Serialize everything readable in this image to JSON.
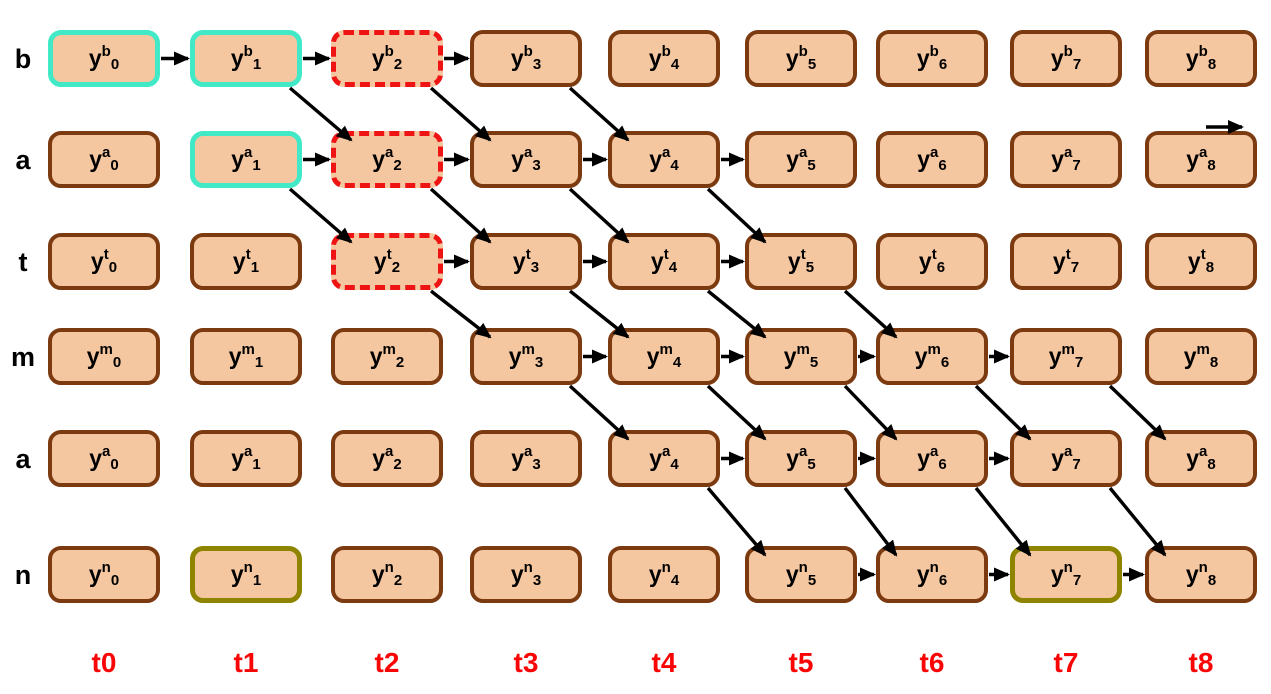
{
  "grid": {
    "base_symbol": "y",
    "row_labels": [
      "b",
      "a",
      "t",
      "m",
      "a",
      "n"
    ],
    "col_labels": [
      "t0",
      "t1",
      "t2",
      "t3",
      "t4",
      "t5",
      "t6",
      "t7",
      "t8"
    ],
    "colors": {
      "cell_fill": "#f5c7a0",
      "cell_border": "#7c3a10",
      "highlight_teal": "#42e9c7",
      "highlight_red_dashed": "#ee1414",
      "highlight_olive": "#8f8400",
      "time_label": "#fa0505",
      "arrow": "#000000"
    },
    "cells": [
      [
        {
          "sup": "b",
          "sub": "0",
          "variant": "teal"
        },
        {
          "sup": "b",
          "sub": "1",
          "variant": "teal"
        },
        {
          "sup": "b",
          "sub": "2",
          "variant": "red-dashed"
        },
        {
          "sup": "b",
          "sub": "3",
          "variant": "normal"
        },
        {
          "sup": "b",
          "sub": "4",
          "variant": "normal"
        },
        {
          "sup": "b",
          "sub": "5",
          "variant": "normal"
        },
        {
          "sup": "b",
          "sub": "6",
          "variant": "normal"
        },
        {
          "sup": "b",
          "sub": "7",
          "variant": "normal"
        },
        {
          "sup": "b",
          "sub": "8",
          "variant": "normal"
        }
      ],
      [
        {
          "sup": "a",
          "sub": "0",
          "variant": "normal"
        },
        {
          "sup": "a",
          "sub": "1",
          "variant": "teal"
        },
        {
          "sup": "a",
          "sub": "2",
          "variant": "red-dashed"
        },
        {
          "sup": "a",
          "sub": "3",
          "variant": "normal"
        },
        {
          "sup": "a",
          "sub": "4",
          "variant": "normal"
        },
        {
          "sup": "a",
          "sub": "5",
          "variant": "normal"
        },
        {
          "sup": "a",
          "sub": "6",
          "variant": "normal"
        },
        {
          "sup": "a",
          "sub": "7",
          "variant": "normal"
        },
        {
          "sup": "a",
          "sub": "8",
          "variant": "normal"
        }
      ],
      [
        {
          "sup": "t",
          "sub": "0",
          "variant": "normal"
        },
        {
          "sup": "t",
          "sub": "1",
          "variant": "normal"
        },
        {
          "sup": "t",
          "sub": "2",
          "variant": "red-dashed"
        },
        {
          "sup": "t",
          "sub": "3",
          "variant": "normal"
        },
        {
          "sup": "t",
          "sub": "4",
          "variant": "normal"
        },
        {
          "sup": "t",
          "sub": "5",
          "variant": "normal"
        },
        {
          "sup": "t",
          "sub": "6",
          "variant": "normal"
        },
        {
          "sup": "t",
          "sub": "7",
          "variant": "normal"
        },
        {
          "sup": "t",
          "sub": "8",
          "variant": "normal"
        }
      ],
      [
        {
          "sup": "m",
          "sub": "0",
          "variant": "normal"
        },
        {
          "sup": "m",
          "sub": "1",
          "variant": "normal"
        },
        {
          "sup": "m",
          "sub": "2",
          "variant": "normal"
        },
        {
          "sup": "m",
          "sub": "3",
          "variant": "normal"
        },
        {
          "sup": "m",
          "sub": "4",
          "variant": "normal"
        },
        {
          "sup": "m",
          "sub": "5",
          "variant": "normal"
        },
        {
          "sup": "m",
          "sub": "6",
          "variant": "normal"
        },
        {
          "sup": "m",
          "sub": "7",
          "variant": "normal"
        },
        {
          "sup": "m",
          "sub": "8",
          "variant": "normal"
        }
      ],
      [
        {
          "sup": "a",
          "sub": "0",
          "variant": "normal"
        },
        {
          "sup": "a",
          "sub": "1",
          "variant": "normal"
        },
        {
          "sup": "a",
          "sub": "2",
          "variant": "normal"
        },
        {
          "sup": "a",
          "sub": "3",
          "variant": "normal"
        },
        {
          "sup": "a",
          "sub": "4",
          "variant": "normal"
        },
        {
          "sup": "a",
          "sub": "5",
          "variant": "normal"
        },
        {
          "sup": "a",
          "sub": "6",
          "variant": "normal"
        },
        {
          "sup": "a",
          "sub": "7",
          "variant": "normal"
        },
        {
          "sup": "a",
          "sub": "8",
          "variant": "normal"
        }
      ],
      [
        {
          "sup": "n",
          "sub": "0",
          "variant": "normal"
        },
        {
          "sup": "n",
          "sub": "1",
          "variant": "olive"
        },
        {
          "sup": "n",
          "sub": "2",
          "variant": "normal"
        },
        {
          "sup": "n",
          "sub": "3",
          "variant": "normal"
        },
        {
          "sup": "n",
          "sub": "4",
          "variant": "normal"
        },
        {
          "sup": "n",
          "sub": "5",
          "variant": "normal"
        },
        {
          "sup": "n",
          "sub": "6",
          "variant": "normal"
        },
        {
          "sup": "n",
          "sub": "7",
          "variant": "olive"
        },
        {
          "sup": "n",
          "sub": "8",
          "variant": "normal"
        }
      ]
    ],
    "arrows": [
      {
        "from": [
          0,
          0
        ],
        "to": [
          0,
          1
        ]
      },
      {
        "from": [
          0,
          1
        ],
        "to": [
          0,
          2
        ]
      },
      {
        "from": [
          0,
          2
        ],
        "to": [
          0,
          3
        ]
      },
      {
        "from": [
          0,
          1
        ],
        "to": [
          1,
          2
        ]
      },
      {
        "from": [
          0,
          2
        ],
        "to": [
          1,
          3
        ]
      },
      {
        "from": [
          0,
          3
        ],
        "to": [
          1,
          4
        ]
      },
      {
        "from": [
          1,
          1
        ],
        "to": [
          1,
          2
        ]
      },
      {
        "from": [
          1,
          2
        ],
        "to": [
          1,
          3
        ]
      },
      {
        "from": [
          1,
          3
        ],
        "to": [
          1,
          4
        ]
      },
      {
        "from": [
          1,
          4
        ],
        "to": [
          1,
          5
        ]
      },
      {
        "from": [
          1,
          1
        ],
        "to": [
          2,
          2
        ]
      },
      {
        "from": [
          1,
          2
        ],
        "to": [
          2,
          3
        ]
      },
      {
        "from": [
          1,
          3
        ],
        "to": [
          2,
          4
        ]
      },
      {
        "from": [
          1,
          4
        ],
        "to": [
          2,
          5
        ]
      },
      {
        "from": [
          2,
          2
        ],
        "to": [
          2,
          3
        ]
      },
      {
        "from": [
          2,
          3
        ],
        "to": [
          2,
          4
        ]
      },
      {
        "from": [
          2,
          4
        ],
        "to": [
          2,
          5
        ]
      },
      {
        "from": [
          2,
          2
        ],
        "to": [
          3,
          3
        ]
      },
      {
        "from": [
          2,
          3
        ],
        "to": [
          3,
          4
        ]
      },
      {
        "from": [
          2,
          4
        ],
        "to": [
          3,
          5
        ]
      },
      {
        "from": [
          2,
          5
        ],
        "to": [
          3,
          6
        ]
      },
      {
        "from": [
          3,
          3
        ],
        "to": [
          3,
          4
        ]
      },
      {
        "from": [
          3,
          4
        ],
        "to": [
          3,
          5
        ]
      },
      {
        "from": [
          3,
          5
        ],
        "to": [
          3,
          6
        ]
      },
      {
        "from": [
          3,
          6
        ],
        "to": [
          3,
          7
        ]
      },
      {
        "from": [
          3,
          3
        ],
        "to": [
          4,
          4
        ]
      },
      {
        "from": [
          3,
          4
        ],
        "to": [
          4,
          5
        ]
      },
      {
        "from": [
          3,
          5
        ],
        "to": [
          4,
          6
        ]
      },
      {
        "from": [
          3,
          6
        ],
        "to": [
          4,
          7
        ]
      },
      {
        "from": [
          3,
          7
        ],
        "to": [
          4,
          8
        ]
      },
      {
        "from": [
          4,
          4
        ],
        "to": [
          4,
          5
        ]
      },
      {
        "from": [
          4,
          5
        ],
        "to": [
          4,
          6
        ]
      },
      {
        "from": [
          4,
          6
        ],
        "to": [
          4,
          7
        ]
      },
      {
        "from": [
          4,
          4
        ],
        "to": [
          5,
          5
        ]
      },
      {
        "from": [
          4,
          5
        ],
        "to": [
          5,
          6
        ]
      },
      {
        "from": [
          4,
          6
        ],
        "to": [
          5,
          7
        ]
      },
      {
        "from": [
          4,
          7
        ],
        "to": [
          5,
          8
        ]
      },
      {
        "from": [
          5,
          5
        ],
        "to": [
          5,
          6
        ]
      },
      {
        "from": [
          5,
          6
        ],
        "to": [
          5,
          7
        ]
      },
      {
        "from": [
          5,
          7
        ],
        "to": [
          5,
          8
        ]
      }
    ],
    "continuation_arrow_top_right": true
  }
}
